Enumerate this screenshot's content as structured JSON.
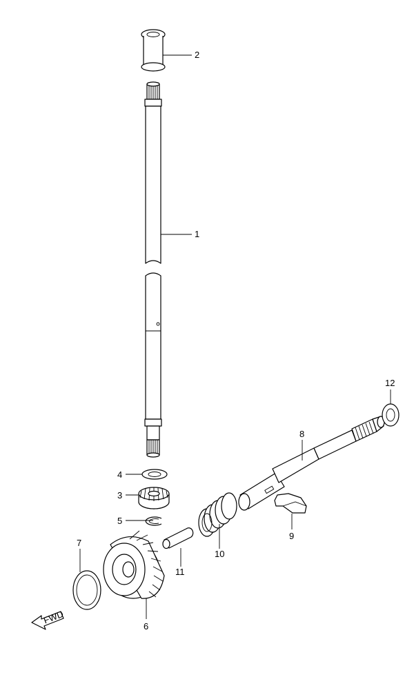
{
  "diagram": {
    "callouts": [
      {
        "id": "label-1",
        "text": "1"
      },
      {
        "id": "label-2",
        "text": "2"
      },
      {
        "id": "label-3",
        "text": "3"
      },
      {
        "id": "label-4",
        "text": "4"
      },
      {
        "id": "label-5",
        "text": "5"
      },
      {
        "id": "label-6",
        "text": "6"
      },
      {
        "id": "label-7",
        "text": "7"
      },
      {
        "id": "label-8",
        "text": "8"
      },
      {
        "id": "label-9",
        "text": "9"
      },
      {
        "id": "label-10",
        "text": "10"
      },
      {
        "id": "label-11",
        "text": "11"
      },
      {
        "id": "label-12",
        "text": "12"
      }
    ],
    "direction_marker": "FWD"
  }
}
